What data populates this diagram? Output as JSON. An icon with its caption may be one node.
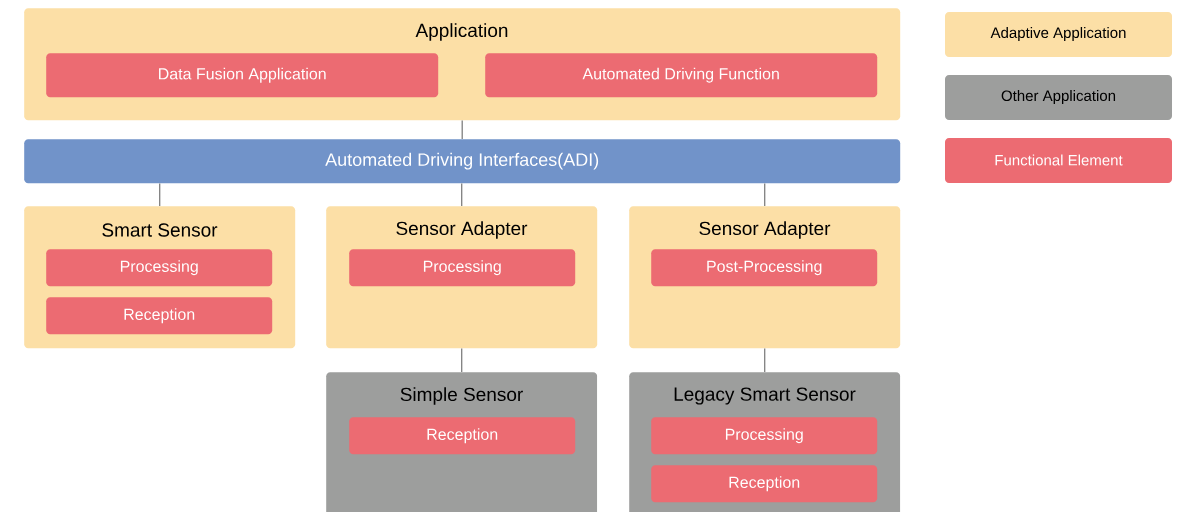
{
  "diagram": {
    "nodes": [
      {
        "text": [
          "Application"
        ]
      },
      {
        "text": [
          "Data Fusion Application"
        ],
        "in": 0
      },
      {
        "text": [
          "Automated Driving Function"
        ],
        "in": 0
      },
      {
        "text": [
          "Automated Driving Interfaces(ADI)"
        ]
      },
      {
        "text": [
          "Smart Sensor"
        ]
      },
      {
        "text": [
          "Processing"
        ],
        "in": 4
      },
      {
        "text": [
          "Reception"
        ],
        "in": 4
      },
      {
        "text": [
          "Sensor Adapter"
        ]
      },
      {
        "text": [
          "Processing"
        ],
        "in": 7
      },
      {
        "text": [
          "Sensor Adapter"
        ]
      },
      {
        "text": [
          "Post-Processing"
        ],
        "in": 9
      },
      {
        "text": [
          "Simple Sensor"
        ]
      },
      {
        "text": [
          "Reception"
        ],
        "in": 11
      },
      {
        "text": [
          "Legacy Smart Sensor"
        ]
      },
      {
        "text": [
          "Processing"
        ],
        "in": 13
      },
      {
        "text": [
          "Reception"
        ],
        "in": 13
      }
    ],
    "edges": [
      {
        "from": 0,
        "to": 3,
        "arrow": "none"
      },
      {
        "from": 3,
        "to": 4,
        "arrow": "none"
      },
      {
        "from": 3,
        "to": 7,
        "arrow": "none"
      },
      {
        "from": 3,
        "to": 9,
        "arrow": "none"
      },
      {
        "from": 7,
        "to": 11,
        "arrow": "none"
      },
      {
        "from": 9,
        "to": 13,
        "arrow": "none"
      }
    ],
    "legend": [
      {
        "text": "Adaptive Application",
        "color": "#fcdfa6"
      },
      {
        "text": "Other Application",
        "color": "#9d9e9d"
      },
      {
        "text": "Functional Element",
        "color": "#ec6b72"
      }
    ]
  }
}
